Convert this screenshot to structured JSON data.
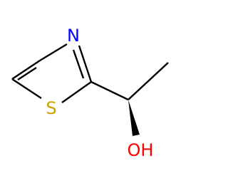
{
  "molecule": {
    "atoms": {
      "nitrogen": {
        "label": "N",
        "color": "#0000ff"
      },
      "sulfur": {
        "label": "S",
        "color": "#c8a200"
      },
      "hydroxyl": {
        "label": "OH",
        "color": "#ff0000"
      }
    },
    "bond_color": "#000000",
    "stereo_bond": "wedge"
  }
}
